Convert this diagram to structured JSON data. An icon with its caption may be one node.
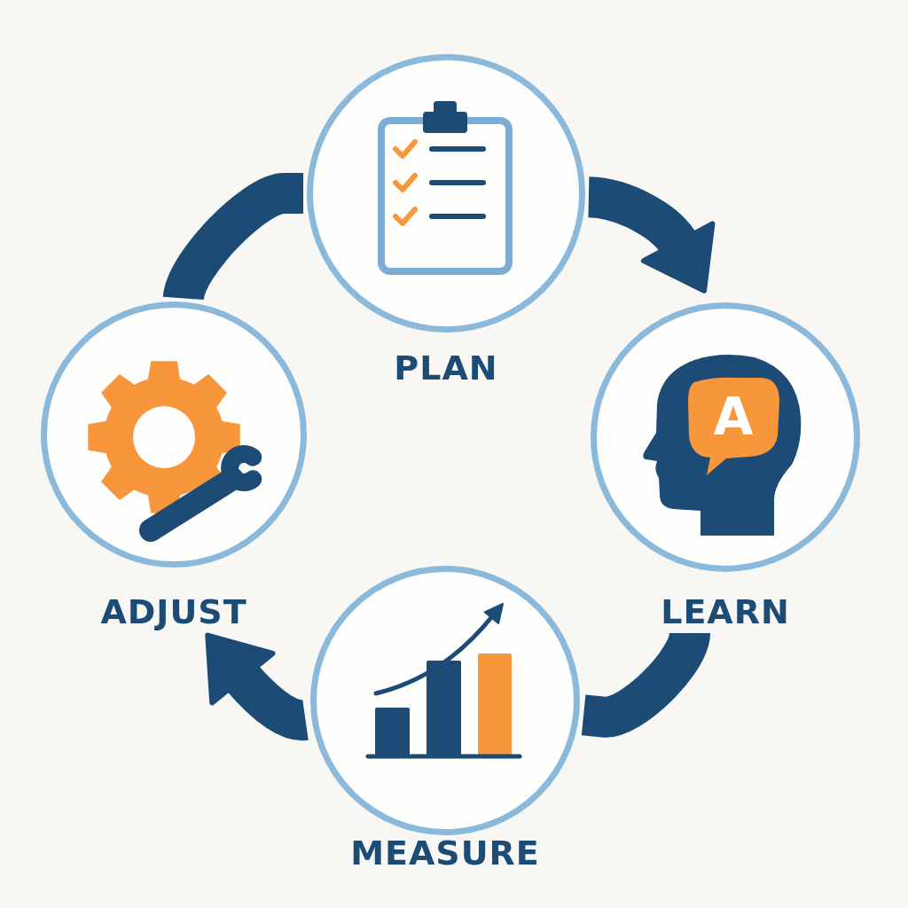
{
  "diagram": {
    "nodes": [
      {
        "text": [
          "PLAN"
        ]
      },
      {
        "text": [
          "LEARN"
        ]
      },
      {
        "text": [
          "A"
        ],
        "in": 1
      },
      {
        "text": [
          "MEASURE"
        ]
      },
      {
        "text": [
          "ADJUST"
        ]
      }
    ],
    "edges": [
      {
        "from": 0,
        "to": 1,
        "arrow": "to"
      },
      {
        "from": 1,
        "to": 3,
        "arrow": "none"
      },
      {
        "from": 3,
        "to": 4,
        "arrow": "to"
      },
      {
        "from": 4,
        "to": 0,
        "arrow": "none"
      }
    ]
  }
}
